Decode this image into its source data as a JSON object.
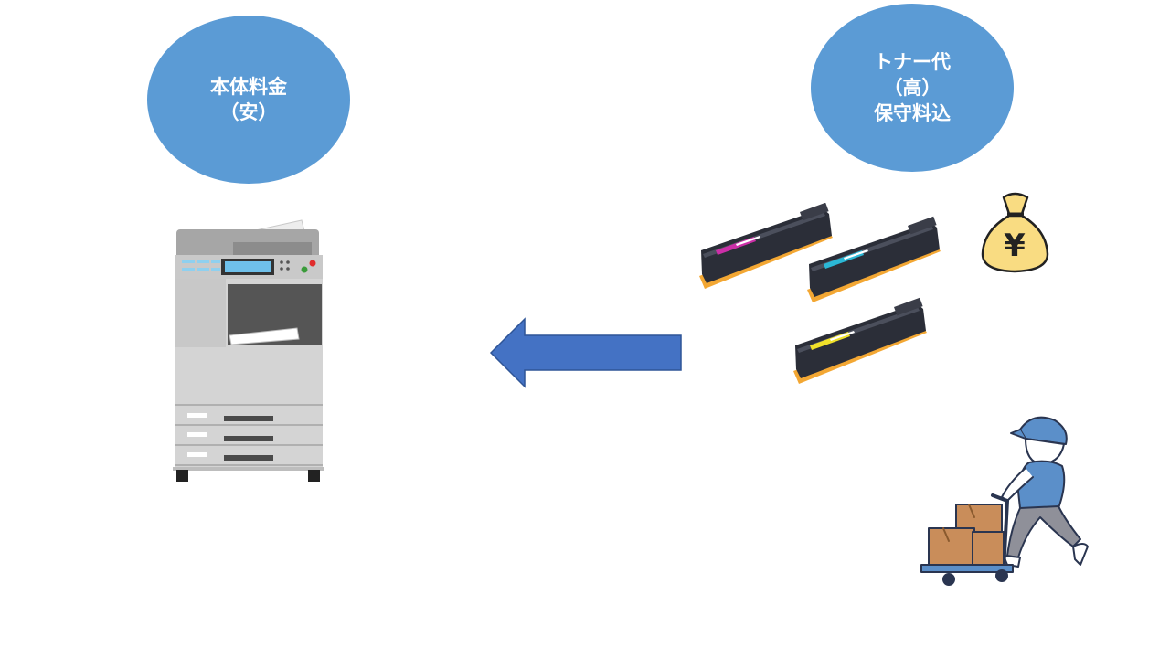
{
  "left_bubble": {
    "line1": "本体料金",
    "line2": "（安）"
  },
  "right_bubble": {
    "line1": "トナー代",
    "line2": "（高）",
    "line3": "保守料込"
  },
  "money_bag_symbol": "¥",
  "colors": {
    "bubble": "#5b9bd5",
    "arrow": "#4472c4",
    "toner_magenta": "#cc2fa8",
    "toner_cyan": "#2bb8d6",
    "toner_yellow": "#f0e12a",
    "toner_base": "#f3a733"
  },
  "icons": [
    "copier-illustration",
    "left-arrow-icon",
    "toner-cartridge-illustration",
    "money-bag-icon",
    "delivery-worker-illustration"
  ]
}
